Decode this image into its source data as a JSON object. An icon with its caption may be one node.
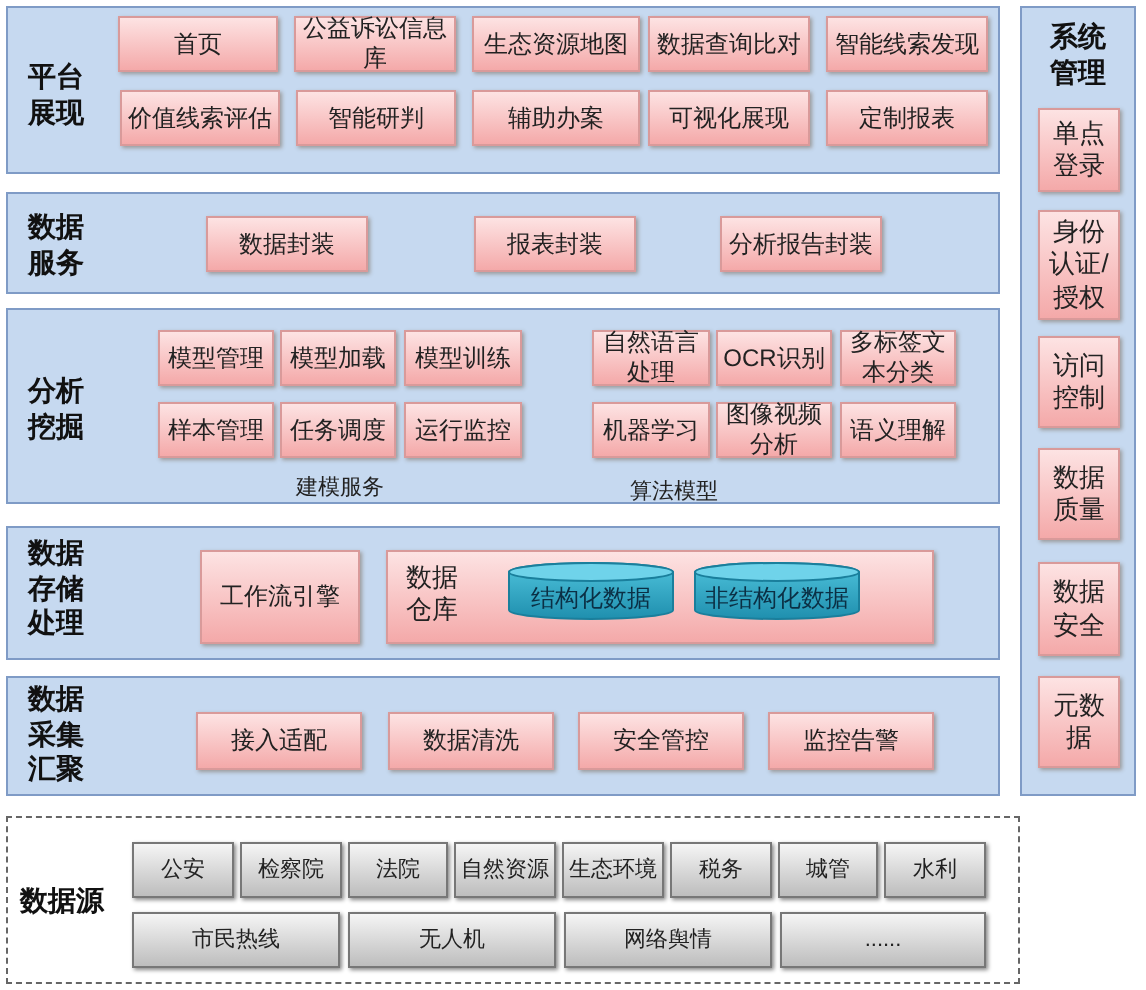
{
  "diagram": {
    "nodes": [
      {
        "text": [
          "平台展现"
        ]
      },
      {
        "text": [
          "首页"
        ],
        "in": 0
      },
      {
        "text": [
          "公益诉讼信息库"
        ],
        "in": 0
      },
      {
        "text": [
          "生态资源地图"
        ],
        "in": 0
      },
      {
        "text": [
          "数据查询比对"
        ],
        "in": 0
      },
      {
        "text": [
          "智能线索发现"
        ],
        "in": 0
      },
      {
        "text": [
          "价值线索评估"
        ],
        "in": 0
      },
      {
        "text": [
          "智能研判"
        ],
        "in": 0
      },
      {
        "text": [
          "辅助办案"
        ],
        "in": 0
      },
      {
        "text": [
          "可视化展现"
        ],
        "in": 0
      },
      {
        "text": [
          "定制报表"
        ],
        "in": 0
      },
      {
        "text": [
          "数据服务"
        ]
      },
      {
        "text": [
          "数据封装"
        ],
        "in": 11
      },
      {
        "text": [
          "报表封装"
        ],
        "in": 11
      },
      {
        "text": [
          "分析报告封装"
        ],
        "in": 11
      },
      {
        "text": [
          "分析挖掘"
        ]
      },
      {
        "text": [
          "模型管理"
        ],
        "in": 15
      },
      {
        "text": [
          "模型加载"
        ],
        "in": 15
      },
      {
        "text": [
          "模型训练"
        ],
        "in": 15
      },
      {
        "text": [
          "自然语言处理"
        ],
        "in": 15
      },
      {
        "text": [
          "OCR识别"
        ],
        "in": 15
      },
      {
        "text": [
          "多标签文本分类"
        ],
        "in": 15
      },
      {
        "text": [
          "样本管理"
        ],
        "in": 15
      },
      {
        "text": [
          "任务调度"
        ],
        "in": 15
      },
      {
        "text": [
          "运行监控"
        ],
        "in": 15
      },
      {
        "text": [
          "机器学习"
        ],
        "in": 15
      },
      {
        "text": [
          "图像视频分析"
        ],
        "in": 15
      },
      {
        "text": [
          "语义理解"
        ],
        "in": 15
      },
      {
        "text": [
          "数据存储处理"
        ]
      },
      {
        "text": [
          "工作流引擎"
        ],
        "in": 28
      },
      {
        "text": [
          "数据仓库"
        ],
        "in": 28
      },
      {
        "text": [
          "结构化数据"
        ],
        "in": 30
      },
      {
        "text": [
          "非结构化数据"
        ],
        "in": 30
      },
      {
        "text": [
          "数据采集汇聚"
        ]
      },
      {
        "text": [
          "接入适配"
        ],
        "in": 33
      },
      {
        "text": [
          "数据清洗"
        ],
        "in": 33
      },
      {
        "text": [
          "安全管控"
        ],
        "in": 33
      },
      {
        "text": [
          "监控告警"
        ],
        "in": 33
      },
      {
        "text": [
          "数据源"
        ]
      },
      {
        "text": [
          "公安"
        ],
        "in": 38
      },
      {
        "text": [
          "检察院"
        ],
        "in": 38
      },
      {
        "text": [
          "法院"
        ],
        "in": 38
      },
      {
        "text": [
          "自然资源"
        ],
        "in": 38
      },
      {
        "text": [
          "生态环境"
        ],
        "in": 38
      },
      {
        "text": [
          "税务"
        ],
        "in": 38
      },
      {
        "text": [
          "城管"
        ],
        "in": 38
      },
      {
        "text": [
          "水利"
        ],
        "in": 38
      },
      {
        "text": [
          "市民热线"
        ],
        "in": 38
      },
      {
        "text": [
          "无人机"
        ],
        "in": 38
      },
      {
        "text": [
          "网络舆情"
        ],
        "in": 38
      },
      {
        "text": [
          "......"
        ],
        "in": 38
      },
      {
        "text": [
          "系统管理"
        ]
      },
      {
        "text": [
          "单点登录"
        ],
        "in": 51
      },
      {
        "text": [
          "身份认证/授权"
        ],
        "in": 51
      },
      {
        "text": [
          "访问控制"
        ],
        "in": 51
      },
      {
        "text": [
          "数据质量"
        ],
        "in": 51
      },
      {
        "text": [
          "数据安全"
        ],
        "in": 51
      },
      {
        "text": [
          "元数据"
        ],
        "in": 51
      }
    ],
    "labels": [
      "建模服务",
      "算法模型"
    ]
  }
}
